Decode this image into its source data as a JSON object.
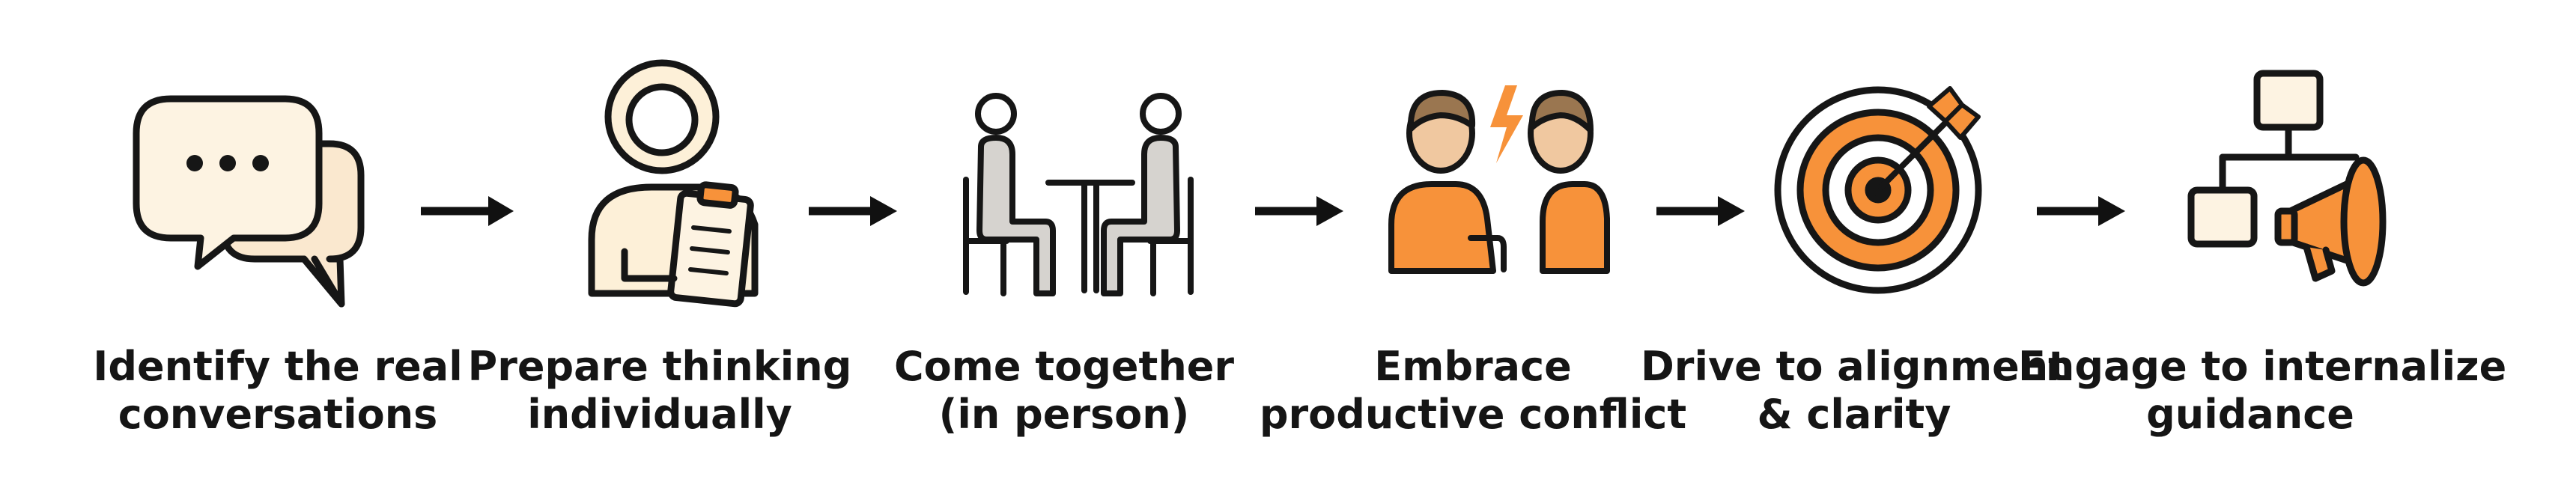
{
  "colors": {
    "outline": "#161616",
    "accent": "#f7923a",
    "cream": "#fdf3e2",
    "gray": "#d6d3cf",
    "skin": "#f0c8a0",
    "hair": "#9a7650",
    "text": "#151515"
  },
  "steps": [
    {
      "icon": "chat-bubbles-icon",
      "label_line1": "Identify the real",
      "label_line2": "conversations"
    },
    {
      "icon": "person-clipboard-icon",
      "label_line1": "Prepare thinking",
      "label_line2": "individually"
    },
    {
      "icon": "meeting-table-icon",
      "label_line1": "Come together",
      "label_line2": "(in person)"
    },
    {
      "icon": "conflict-people-icon",
      "label_line1": "Embrace",
      "label_line2": "productive conflict"
    },
    {
      "icon": "target-arrow-icon",
      "label_line1": "Drive to alignment",
      "label_line2": "& clarity"
    },
    {
      "icon": "hierarchy-megaphone-icon",
      "label_line1": "Engage to internalize",
      "label_line2": "guidance"
    }
  ],
  "connectors": [
    {
      "from": 1,
      "to": 2
    },
    {
      "from": 2,
      "to": 3
    },
    {
      "from": 3,
      "to": 4
    },
    {
      "from": 4,
      "to": 5
    },
    {
      "from": 5,
      "to": 6
    }
  ]
}
